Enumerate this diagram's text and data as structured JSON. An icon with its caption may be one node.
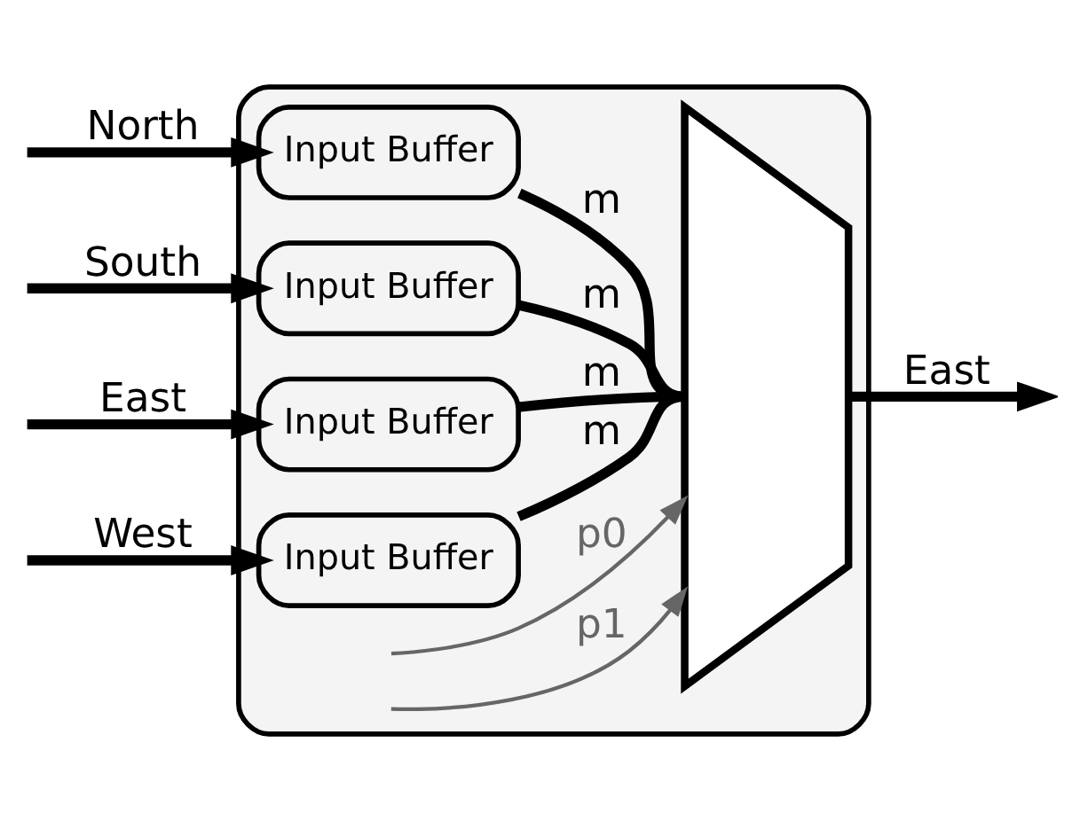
{
  "diagram": {
    "nodes": [
      {
        "text": [],
        "shape": "box"
      },
      {
        "text": [
          "Input Buffer"
        ],
        "in": 0
      },
      {
        "text": [
          "Input Buffer"
        ],
        "in": 0
      },
      {
        "text": [
          "Input Buffer"
        ],
        "in": 0
      },
      {
        "text": [
          "Input Buffer"
        ],
        "in": 0
      },
      {
        "text": [],
        "shape": "trapezoid",
        "in": 0
      }
    ],
    "edges": [
      {
        "from": null,
        "to": 1,
        "arrow": "to",
        "label": "North"
      },
      {
        "from": null,
        "to": 2,
        "arrow": "to",
        "label": "South"
      },
      {
        "from": null,
        "to": 3,
        "arrow": "to",
        "label": "East"
      },
      {
        "from": null,
        "to": 4,
        "arrow": "to",
        "label": "West"
      },
      {
        "from": 1,
        "to": 5,
        "arrow": "none",
        "label": "m"
      },
      {
        "from": 2,
        "to": 5,
        "arrow": "none",
        "label": "m"
      },
      {
        "from": 3,
        "to": 5,
        "arrow": "none",
        "label": "m"
      },
      {
        "from": 4,
        "to": 5,
        "arrow": "none",
        "label": "m"
      },
      {
        "from": null,
        "to": 5,
        "arrow": "to",
        "label": "p0",
        "color": "#666666"
      },
      {
        "from": null,
        "to": 5,
        "arrow": "to",
        "label": "p1",
        "color": "#666666"
      },
      {
        "from": 5,
        "to": null,
        "arrow": "to",
        "label": "East"
      }
    ]
  }
}
